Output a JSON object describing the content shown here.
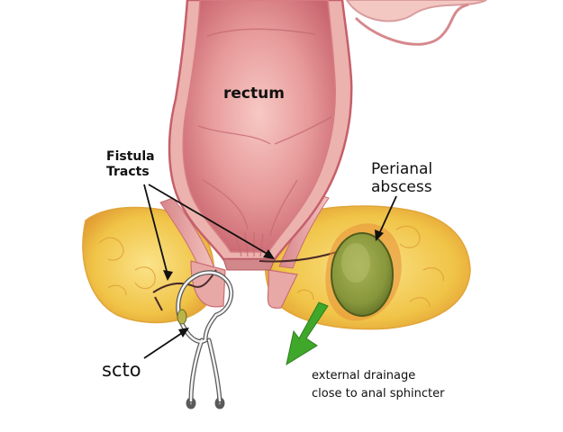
{
  "labels": {
    "rectum": "rectum",
    "fistula_line1": "Fistula",
    "fistula_line2": "Tracts",
    "abscess_line1": "Perianal",
    "abscess_line2": "abscess",
    "scto": "scto",
    "drainage_line1": "external drainage",
    "drainage_line2": "close to anal sphincter"
  },
  "colors": {
    "rectum_wall": "#e8a8a6",
    "rectum_inner": "#d97b7f",
    "fat_tissue": "#f3c84a",
    "abscess": "#8e9c3e",
    "drainage_arrow": "#3fa72a",
    "seton_wire": "#f4f4f4"
  },
  "icons": {
    "drainage_arrow": "down-left-arrow-icon",
    "seton_tool": "seton-loop-icon"
  }
}
